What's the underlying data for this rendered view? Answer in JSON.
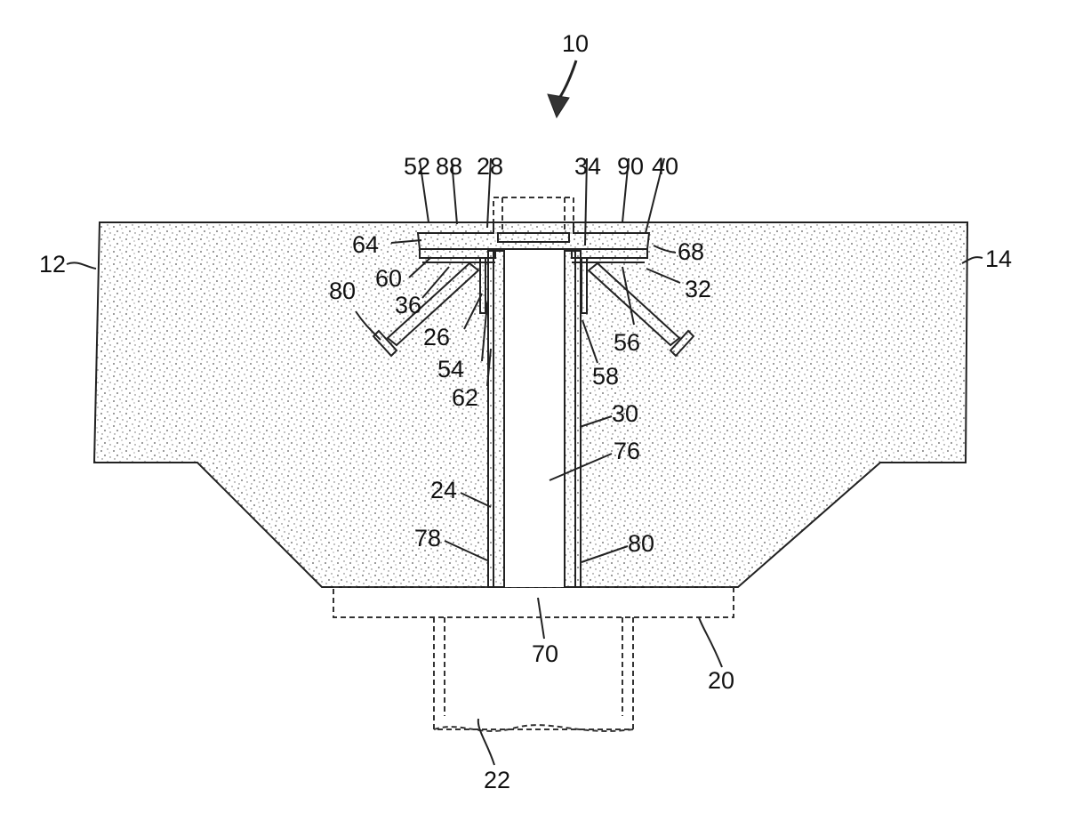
{
  "figure": {
    "reference_labels": {
      "assembly": "10",
      "left_slab": "12",
      "right_slab": "14",
      "base_plate": "20",
      "lower_member": "22",
      "left_wall": "24",
      "left_bracket": "26",
      "left_cap": "28",
      "right_wall": "30",
      "right_cap_edge": "32",
      "right_cap": "34",
      "left_cap_edge": "36",
      "right_flange": "40",
      "left_flange": "52",
      "left_web": "54",
      "right_bracket": "56",
      "right_web": "58",
      "left_angle": "60",
      "left_liner": "62",
      "left_end": "64",
      "right_end": "68",
      "bottom_cavity": "70",
      "cavity": "76",
      "left_gap": "78",
      "left_anchor": "80",
      "right_gap": "80",
      "left_fill": "88",
      "right_fill": "90"
    }
  }
}
